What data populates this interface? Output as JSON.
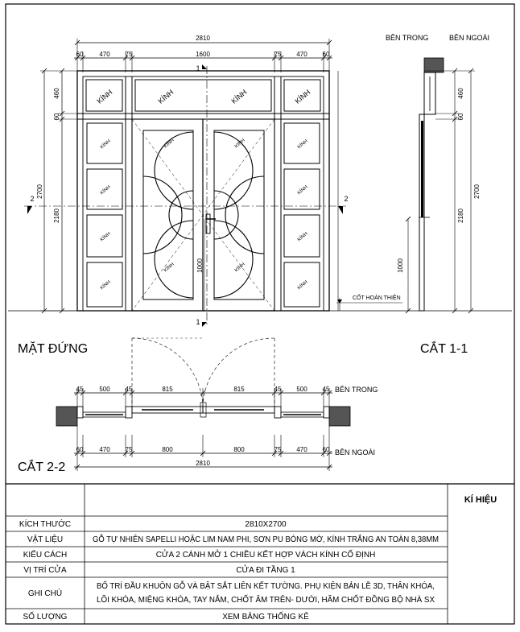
{
  "elevation": {
    "title": "MẶT ĐỨNG",
    "overall_width": "2810",
    "top_dims": [
      "60",
      "470",
      "75",
      "1600",
      "75",
      "470",
      "60"
    ],
    "left_dims": [
      "460",
      "60",
      "2700",
      "2180"
    ],
    "section_marker": "2",
    "section_marker_v": "1",
    "handle_height": "1000",
    "finish_level": "CỐT HOÀN THIỆN"
  },
  "section11": {
    "title": "CẮT 1-1",
    "inside_label": "BÊN TRONG",
    "outside_label": "BÊN NGOÀI",
    "dims": [
      "460",
      "60",
      "2700",
      "2180",
      "1000"
    ]
  },
  "section22": {
    "title": "CẮT 2-2",
    "top_dims": [
      "45",
      "500",
      "45",
      "815",
      "815",
      "45",
      "500",
      "45"
    ],
    "bottom_dims": [
      "60",
      "470",
      "75",
      "800",
      "800",
      "75",
      "470",
      "60"
    ],
    "overall_width": "2810",
    "inside_label": "BÊN TRONG",
    "outside_label": "BÊN NGOÀI"
  },
  "glass_mark": "KÍNH",
  "table": {
    "symbol_header": "KÍ HIỆU",
    "rows": [
      {
        "label": "KÍCH THƯỚC",
        "value": "2810X2700"
      },
      {
        "label": "VẬT LIỆU",
        "value": "GỖ TỰ NHIÊN SAPELLI HOẶC LIM NAM PHI, SƠN PU BÓNG MỜ, KÍNH TRẮNG AN TOÀN 8,38MM"
      },
      {
        "label": "KIỂU CÁCH",
        "value": "CỬA 2 CÁNH MỞ 1 CHIỀU KẾT HỢP VÁCH KÍNH CỐ ĐỊNH"
      },
      {
        "label": "VỊ TRÍ CỬA",
        "value": "CỬA ĐI TẦNG 1"
      },
      {
        "label": "GHI CHÚ",
        "value": "BỐ TRÍ ĐẦU KHUÔN GỖ VÀ BẬT SẮT LIÊN KẾT TƯỜNG. PHỤ KIỆN BẢN LỀ 3D, THÂN KHÓA, LÕI KHÓA, MIỆNG KHÓA, TAY NẮM, CHỐT ÂM TRÊN- DƯỚI, HÃM CHỐT ĐỒNG BỘ NHÀ SX",
        "value2": "LÕI KHÓA, MIỆNG KHÓA, TAY NẮM, CHỐT ÂM TRÊN- DƯỚI, HÃM CHỐT ĐỒNG BỘ NHÀ SX",
        "value1": "BỐ TRÍ ĐẦU KHUÔN GỖ VÀ BẬT SẮT LIÊN KẾT TƯỜNG. PHỤ KIỆN BẢN LỀ 3D, THÂN KHÓA,"
      },
      {
        "label": "SỐ LƯỢNG",
        "value": "XEM BẢNG THỐNG KÊ"
      }
    ]
  }
}
